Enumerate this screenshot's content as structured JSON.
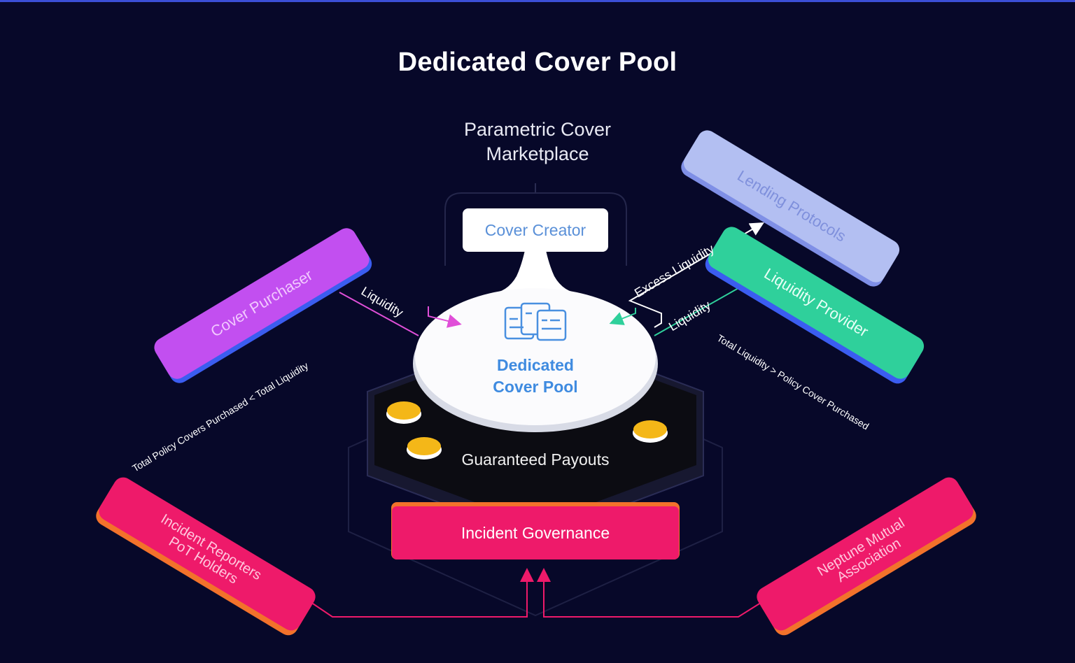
{
  "title": "Dedicated Cover Pool",
  "marketplace": {
    "line1": "Parametric Cover",
    "line2": "Marketplace"
  },
  "nodes": {
    "cover_creator": "Cover Creator",
    "pool_line1": "Dedicated",
    "pool_line2": "Cover Pool",
    "guaranteed_payouts": "Guaranteed Payouts",
    "incident_governance": "Incident Governance",
    "cover_purchaser": "Cover Purchaser",
    "lending_protocols": "Lending Protocols",
    "liquidity_provider": "Liquidity Provider",
    "incident_reporters_line1": "Incident Reporters",
    "incident_reporters_line2": "PoT Holders",
    "neptune_line1": "Neptune Mutual",
    "neptune_line2": "Association"
  },
  "edges": {
    "purchaser_liquidity": "Liquidity",
    "excess_liquidity": "Excess Liquidity",
    "provider_liquidity": "Liquidity"
  },
  "conditions": {
    "left": "Total Policy Covers Purchased < Total Liquidity",
    "right": "Total Liquidity > Policy Cover Purchased"
  },
  "colors": {
    "background": "#070829",
    "purchaser": "#c24ff0",
    "lending": "#b3bff2",
    "liquidity_provider": "#2fd09b",
    "governance": "#ee1a6a",
    "governance_edge": "#f2722b",
    "pool_text": "#3f8be0",
    "coin": "#f4b718"
  }
}
